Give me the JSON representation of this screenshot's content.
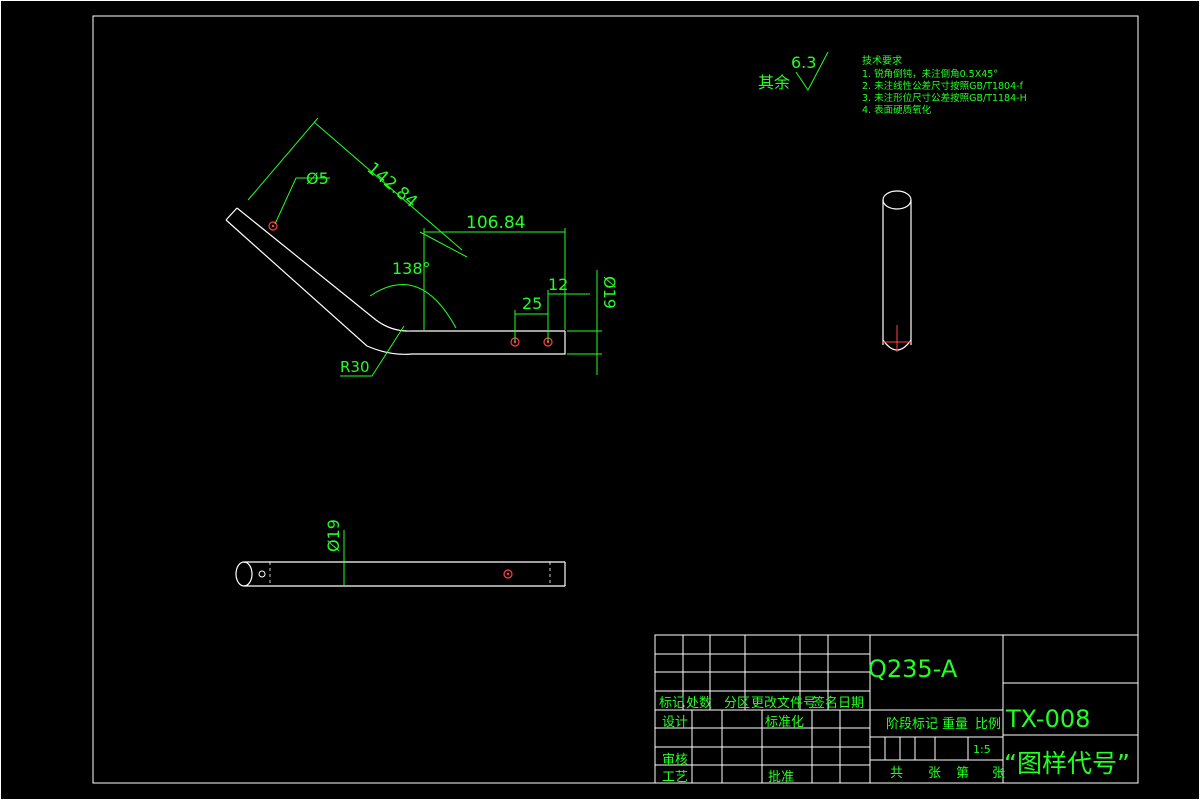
{
  "surface": {
    "roughness_value": "6.3",
    "roughness_label": "其余"
  },
  "tech_requirements": {
    "title": "技术要求",
    "items": [
      "1. 锐角倒钝，未注倒角0.5X45°",
      "2. 未注线性公差尺寸按照GB/T1804-f",
      "3. 未注形位尺寸公差按照GB/T1184-H",
      "4. 表面硬质氧化"
    ]
  },
  "dimensions": {
    "length_angled": "142.84",
    "length_straight": "106.84",
    "hole_dia": "Ø5",
    "angle": "138°",
    "radius": "R30",
    "offset_25": "25",
    "offset_12": "12",
    "tube_dia_1": "Ø19",
    "tube_dia_2": "Ø19"
  },
  "title_block": {
    "material": "Q235-A",
    "drawing_no": "TX-008",
    "drawing_code": "“图样代号”",
    "scale": "1:5",
    "headers": {
      "mark": "标记",
      "count": "处数",
      "zone": "分区",
      "change_doc": "更改文件号",
      "sign": "签名",
      "date": "日期"
    },
    "design": "设计",
    "standardize": "标准化",
    "review": "审核",
    "process": "工艺",
    "approve": "批准",
    "stage_mark": "阶段标记",
    "weight": "重量",
    "ratio": "比例",
    "total": "共",
    "sheets": "张",
    "page": "第",
    "sheet2": "张"
  }
}
